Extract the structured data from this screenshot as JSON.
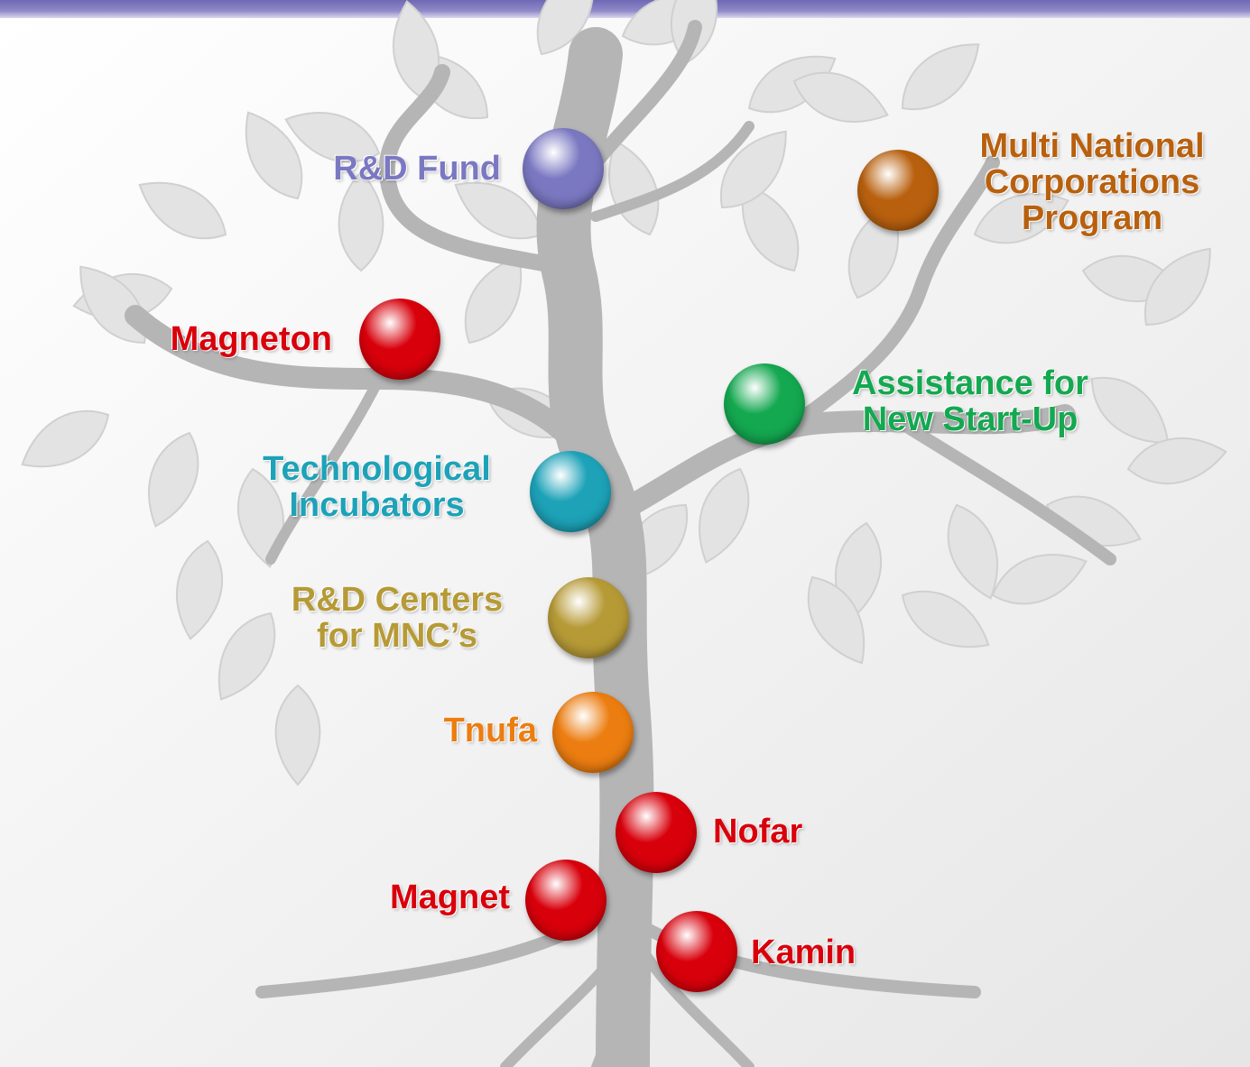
{
  "programs": [
    {
      "id": "rd-fund",
      "label": "R&D Fund",
      "color": "#7b78c2"
    },
    {
      "id": "mnc",
      "label": "Multi National\nCorporations\nProgram",
      "color": "#b8600e"
    },
    {
      "id": "magneton",
      "label": "Magneton",
      "color": "#d8000b"
    },
    {
      "id": "assistance",
      "label": "Assistance for\nNew Start-Up",
      "color": "#14a850"
    },
    {
      "id": "incubators",
      "label": "Technological\nIncubators",
      "color": "#1da2b8"
    },
    {
      "id": "rd-centers",
      "label": "R&D Centers\nfor MNC’s",
      "color": "#b69a36"
    },
    {
      "id": "tnufa",
      "label": "Tnufa",
      "color": "#ec7d10"
    },
    {
      "id": "nofar",
      "label": "Nofar",
      "color": "#d8000b"
    },
    {
      "id": "magnet",
      "label": "Magnet",
      "color": "#d8000b"
    },
    {
      "id": "kamin",
      "label": "Kamin",
      "color": "#d8000b"
    }
  ]
}
